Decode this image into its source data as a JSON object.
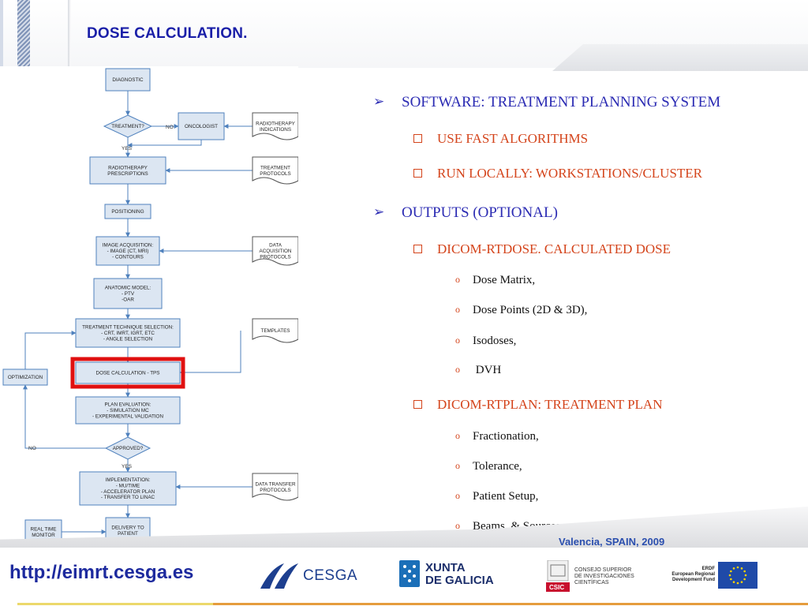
{
  "header": {
    "title": "DOSE CALCULATION."
  },
  "flowchart": {
    "nodes": {
      "diagnostic": [
        "DIAGNOSTIC"
      ],
      "treatment": [
        "TREATMENT?"
      ],
      "oncologist": [
        "ONCOLOGIST"
      ],
      "rt_indications": [
        "RADIOTHERAPY",
        "INDICATIONS"
      ],
      "rt_prescriptions": [
        "RADIOTHERAPY",
        "PRESCRIPTIONS"
      ],
      "treatment_protocols": [
        "TREATMENT",
        "PROTOCOLS"
      ],
      "positioning": [
        "POSITIONING"
      ],
      "image_acquisition": [
        "IMAGE ACQUISITION:",
        "- IMAGE (CT, MRI)",
        "- CONTOURS"
      ],
      "data_acq_protocols": [
        "DATA",
        "ACQUISITION",
        "PROTOCOLS"
      ],
      "anatomic_model": [
        "ANATOMIC MODEL:",
        "- PTV",
        "-OAR"
      ],
      "technique_selection": [
        "TREATMENT TECHNIQUE SELECTION:",
        "- CRT, IMRT, IGRT, ETC",
        "- ANGLE SELECTION"
      ],
      "templates": [
        "TEMPLATES"
      ],
      "optimization": [
        "OPTIMIZATION"
      ],
      "dose_calculation": [
        "DOSE CALCULATION - TPS"
      ],
      "plan_evaluation": [
        "PLAN EVALUATION:",
        "- SIMULATION MC",
        "- EXPERIMENTAL VALIDATION"
      ],
      "approved": [
        "APPROVED?"
      ],
      "implementation": [
        "IMPLEMENTATION:",
        "- MU/TIME",
        "- ACCELERATOR PLAN",
        "- TRANSFER TO LINAC"
      ],
      "data_transfer_protocols": [
        "DATA TRANSFER",
        "PROTOCOLS"
      ],
      "real_time_monitor": [
        "REAL TIME",
        "MONITOR"
      ],
      "delivery": [
        "DELIVERY TO",
        "PATIENT"
      ]
    },
    "labels": {
      "no_1": "NO",
      "yes_1": "YES",
      "no_2": "NO",
      "yes_2": "YES"
    },
    "colors": {
      "box_fill": "#dce6f2",
      "box_stroke": "#4f81bd",
      "arrow": "#4f81bd",
      "highlight": "#e01010"
    }
  },
  "bullets": {
    "b1": "SOFTWARE: TREATMENT PLANNING SYSTEM",
    "b1_1": "USE FAST ALGORITHMS",
    "b1_2": "RUN LOCALLY: WORKSTATIONS/CLUSTER",
    "b2": "OUTPUTS (OPTIONAL)",
    "b2_1": "DICOM-RTDOSE. CALCULATED DOSE",
    "b2_1_items": [
      "Dose Matrix,",
      "Dose Points (2D & 3D),",
      "Isodoses,",
      " DVH"
    ],
    "b2_2": "DICOM-RTPLAN: TREATMENT PLAN",
    "b2_2_items": [
      "Fractionation,",
      "Tolerance,",
      "Patient Setup,",
      "Beams, & Sources"
    ],
    "marker_level1": "➢",
    "marker_level3": "o"
  },
  "footer": {
    "location": "Valencia, SPAIN, 2009",
    "url": "http://eimrt.cesga.es",
    "logos": {
      "cesga": "CESGA",
      "xunta": [
        "XUNTA",
        "DE GALICIA"
      ],
      "csic": [
        "CONSEJO SUPERIOR",
        "DE INVESTIGACIONES",
        "CIENTÍFICAS"
      ],
      "csic_badge": "CSIC",
      "erdf": [
        "ERDF",
        "European Regional",
        "Development Fund"
      ]
    }
  }
}
